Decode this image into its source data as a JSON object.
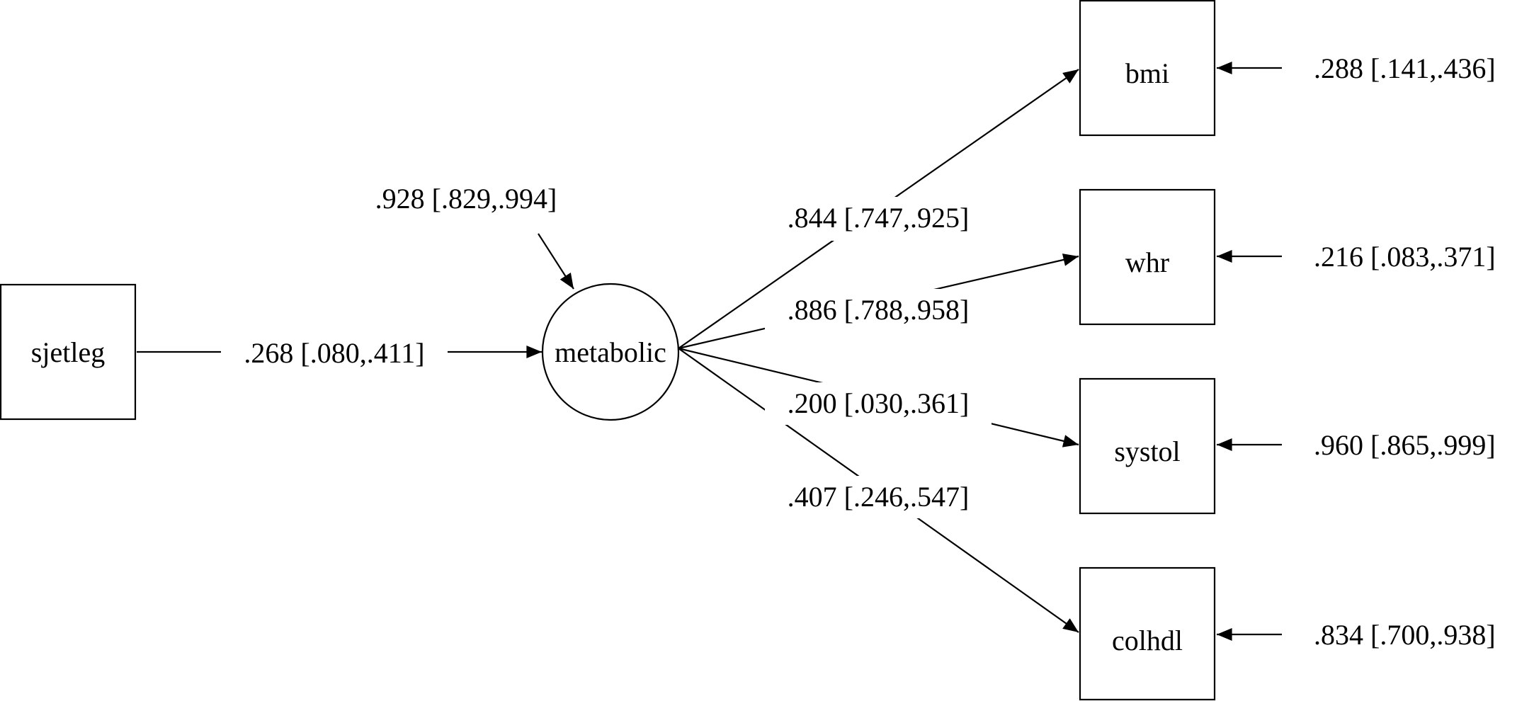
{
  "nodes": {
    "sjetleg": "sjetleg",
    "metabolic": "metabolic",
    "bmi": "bmi",
    "whr": "whr",
    "systol": "systol",
    "colhdl": "colhdl"
  },
  "paths": {
    "sjetleg_to_metabolic": ".268 [.080,.411]",
    "metabolic_residual": ".928 [.829,.994]",
    "metabolic_to_bmi": ".844 [.747,.925]",
    "metabolic_to_whr": ".886 [.788,.958]",
    "metabolic_to_systol": ".200 [.030,.361]",
    "metabolic_to_colhdl": ".407 [.246,.547]"
  },
  "residuals": {
    "bmi": ".288 [.141,.436]",
    "whr": ".216 [.083,.371]",
    "systol": ".960 [.865,.999]",
    "colhdl": ".834 [.700,.938]"
  },
  "colors": {
    "stroke": "#000000",
    "background": "#ffffff"
  }
}
